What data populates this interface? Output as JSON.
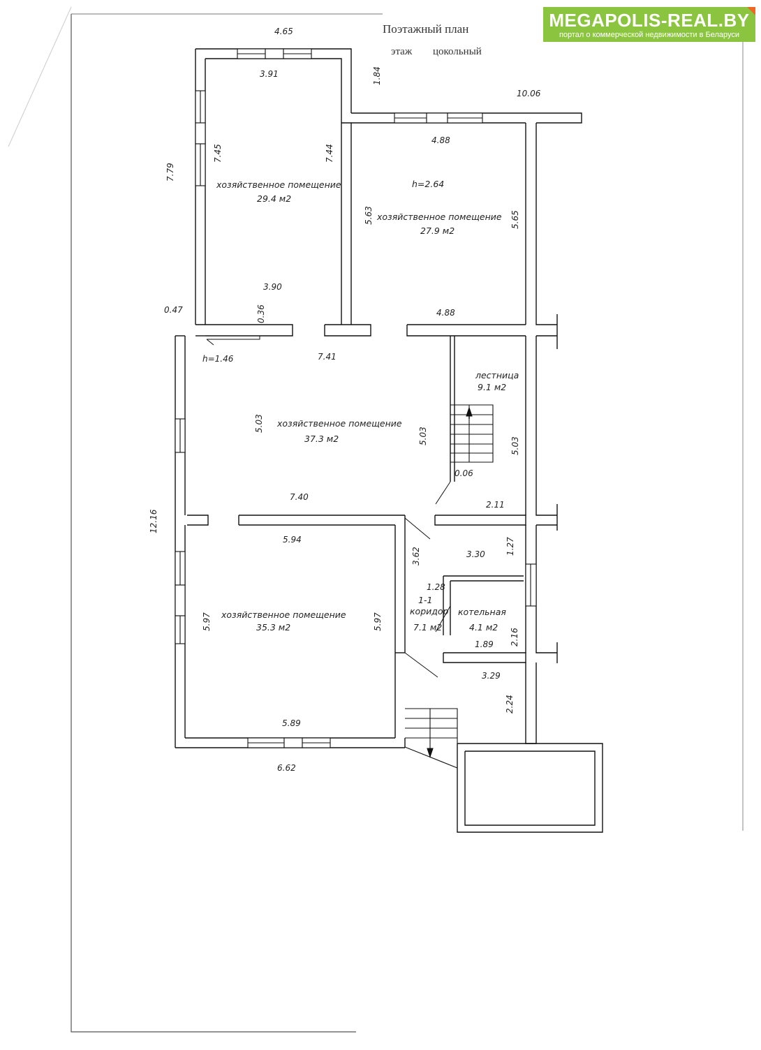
{
  "brand": {
    "name": "MEGAPOLIS-REAL.BY",
    "tagline": "портал о коммерческой недвижимости в Беларуси",
    "color": "#8bc53f",
    "accent": "#f26522"
  },
  "plan": {
    "title": "Поэтажный план",
    "floor_label": "этаж",
    "floor_value": "цокольный"
  },
  "rooms": [
    {
      "name": "хозяйственное помещение",
      "area": "29.4 м2"
    },
    {
      "name": "хозяйственное помещение",
      "area": "27.9 м2",
      "height": "h=2.64"
    },
    {
      "name": "хозяйственное помещение",
      "area": "37.3 м2"
    },
    {
      "name": "лестница",
      "area": "9.1 м2"
    },
    {
      "name": "хозяйственное помещение",
      "area": "35.3 м2"
    },
    {
      "name": "коридор",
      "area": "7.1 м2",
      "number": "1-1"
    },
    {
      "name": "котельная",
      "area": "4.1 м2"
    }
  ],
  "dims": {
    "top_width": "4.65",
    "r1_top": "3.91",
    "step": "1.84",
    "total_width": "10.06",
    "r2_top": "4.88",
    "left_outer": "7.79",
    "r1_left": "7.45",
    "r1_right": "7.44",
    "r2_left": "5.63",
    "r2_right": "5.65",
    "r1_bottom": "3.90",
    "r2_bottom": "4.88",
    "wall_047": "0.47",
    "wall_036": "0.36",
    "h_low": "h=1.46",
    "r3_top": "7.41",
    "r3_left": "5.03",
    "r3_right": "5.03",
    "stair_right": "5.03",
    "stair_gap": "0.06",
    "r3_bottom": "7.40",
    "stair_bottom": "2.11",
    "total_height": "12.16",
    "r5_top": "5.94",
    "cor_len": "3.62",
    "cor_width": "3.30",
    "side_127": "1.27",
    "cor_128": "1.28",
    "boiler_h": "2.16",
    "boiler_w": "1.89",
    "r5_left": "5.97",
    "r5_right": "5.97",
    "bottom_329": "3.29",
    "porch_224": "2.24",
    "r5_bottom": "5.89",
    "total_bottom": "6.62"
  }
}
